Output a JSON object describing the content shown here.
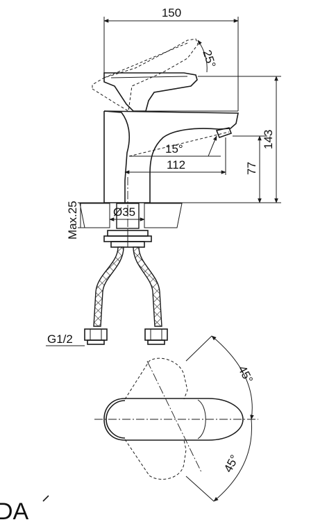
{
  "dimensions": {
    "width_total": "150",
    "lever_angle": "25°",
    "height_total": "143",
    "spout_height": "77",
    "spout_angle": "15°",
    "spout_reach": "112",
    "max_deck": "Max.25",
    "hole_diameter": "Ø35",
    "thread": "G1/2",
    "rotation_upper": "45°",
    "rotation_lower": "45°"
  },
  "footer_fragment": "DA"
}
